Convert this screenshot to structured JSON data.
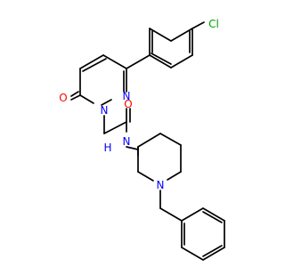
{
  "molecule": {
    "atoms": [
      {
        "id": "Cl",
        "label": "Cl",
        "color": "#00a000"
      },
      {
        "id": "O1",
        "label": "O",
        "color": "#ff0000"
      },
      {
        "id": "N1",
        "label": "N",
        "color": "#0000ff"
      },
      {
        "id": "N2",
        "label": "N",
        "color": "#0000ff"
      },
      {
        "id": "O2",
        "label": "O",
        "color": "#ff0000"
      },
      {
        "id": "N3",
        "label": "N",
        "color": "#0000ff"
      },
      {
        "id": "H3",
        "label": "H",
        "color": "#0000ff"
      },
      {
        "id": "N4",
        "label": "N",
        "color": "#0000ff"
      }
    ]
  }
}
